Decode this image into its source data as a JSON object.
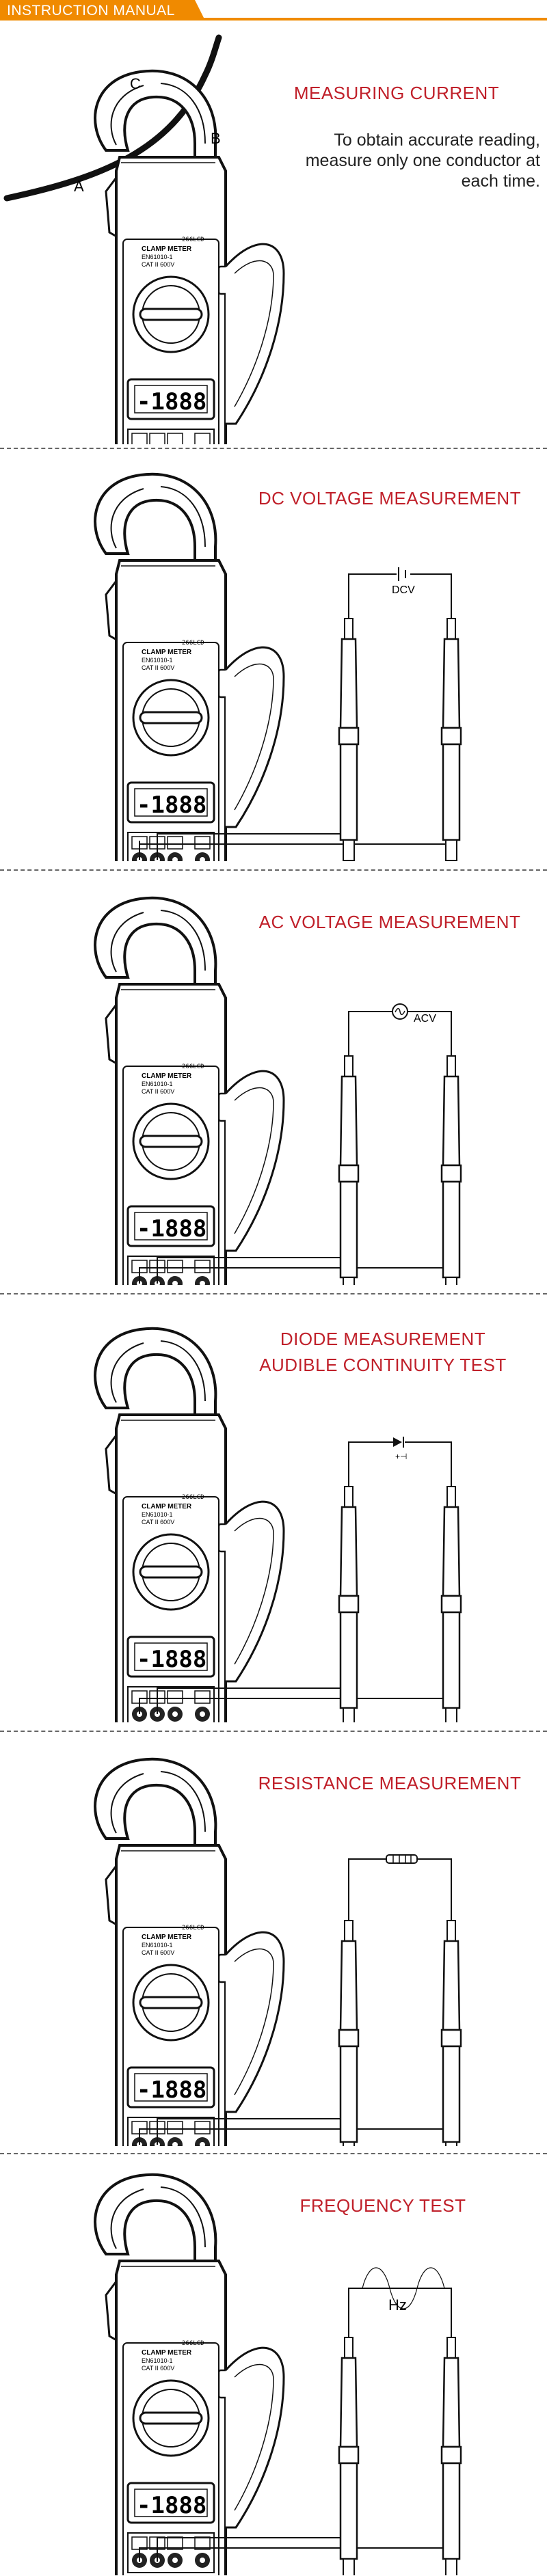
{
  "header": {
    "title": "INSTRUCTION MANUAL"
  },
  "meter": {
    "brand": "CLAMP METER",
    "standard": "EN61010-1",
    "category": "CAT II 600V",
    "model_tag": "266LCD",
    "display": "-1888"
  },
  "sections": [
    {
      "title": "MEASURING CURRENT",
      "note": "To obtain accurate reading, measure only one conductor at each time.",
      "labels": {
        "a": "A",
        "b": "B",
        "c": "C"
      }
    },
    {
      "title": "DC VOLTAGE MEASUREMENT",
      "component_label": "DCV"
    },
    {
      "title": "AC VOLTAGE MEASUREMENT",
      "component_label": "ACV"
    },
    {
      "title_line1": "DIODE MEASUREMENT",
      "title_line2": "AUDIBLE CONTINUITY TEST"
    },
    {
      "title": "RESISTANCE MEASUREMENT"
    },
    {
      "title": "FREQUENCY TEST",
      "component_label": "Hz"
    }
  ],
  "colors": {
    "accent": "#f08a00",
    "title_red": "#c0202a"
  }
}
